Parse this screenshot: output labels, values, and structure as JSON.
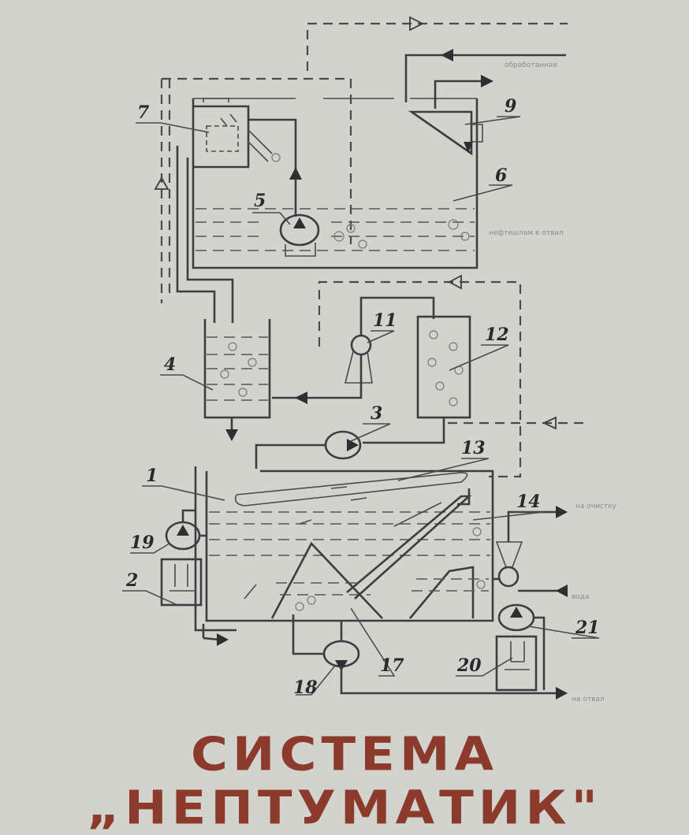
{
  "title": "СИСТЕМА „НЕПТУМАТИК\"",
  "labels": {
    "l1": "1",
    "l2": "2",
    "l3": "3",
    "l4": "4",
    "l5": "5",
    "l6": "6",
    "l7": "7",
    "l9": "9",
    "l11": "11",
    "l12": "12",
    "l13": "13",
    "l14": "14",
    "l17": "17",
    "l18": "18",
    "l19": "19",
    "l20": "20",
    "l21": "21"
  }
}
